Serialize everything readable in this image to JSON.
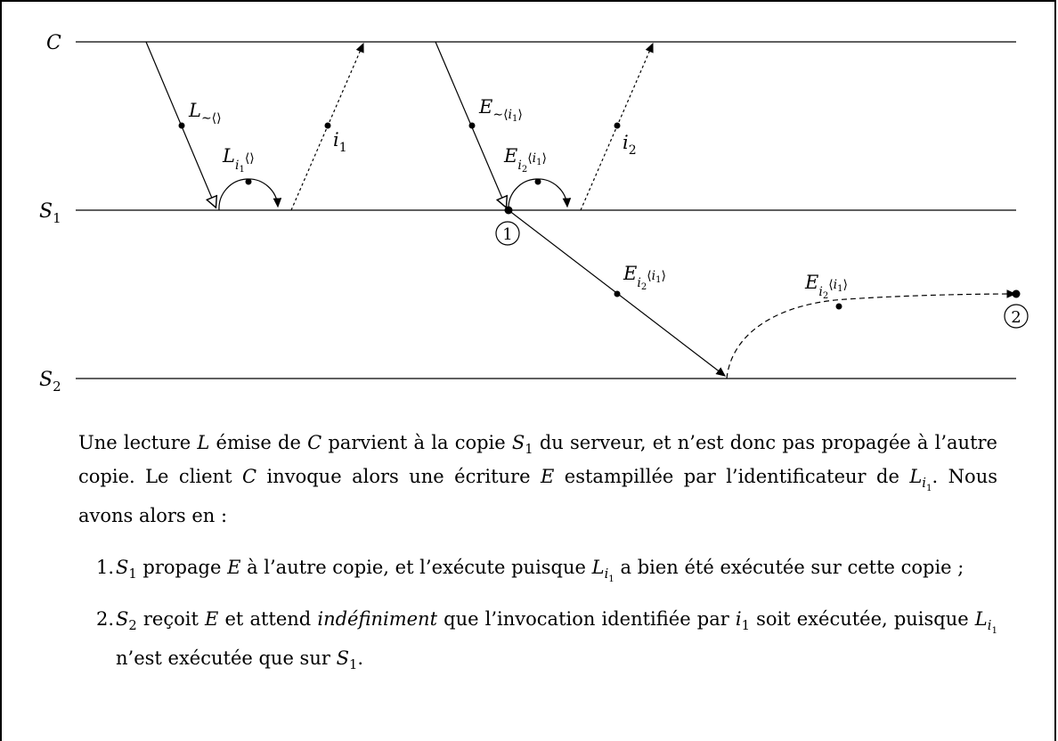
{
  "lines": {
    "C": "C",
    "S1": "S1",
    "S2": "S2"
  },
  "labels": {
    "L_tilde": "L∼⟨⟩",
    "L_i1": "Li1⟨⟩",
    "i1": "i1",
    "E_tilde": "E∼⟨i1⟩",
    "E_i2_S1": "Ei2⟨i1⟩",
    "i2": "i2",
    "E_i2_send": "Ei2⟨i1⟩",
    "E_i2_S2": "Ei2⟨i1⟩",
    "mark1": "1",
    "mark2": "2"
  },
  "text": {
    "paragraph": {
      "p1": "Une lecture ",
      "L": "L",
      "p2": " émise de ",
      "C": "C",
      "p3": " parvient à la copie ",
      "S1": "S",
      "S1sub": "1",
      "p4": " du serveur, et n’est donc pas propagée à l’autre copie. Le client ",
      "C2": "C",
      "p5": " invoque alors une écriture ",
      "E": "E",
      "p6": " estampillée par l’identificateur de ",
      "Li": "L",
      "Lisub": "i",
      "Lisub2": "1",
      "p7": ". Nous avons alors en :"
    },
    "items": [
      {
        "num": "1.",
        "a": "S",
        "asub": "1",
        "b": " propage ",
        "E": "E",
        "c": " à l’autre copie, et l’exécute puisque ",
        "L": "L",
        "Lsub": "i",
        "Lsub2": "1",
        "d": " a bien été exécutée sur cette copie ;"
      },
      {
        "num": "2.",
        "a": "S",
        "asub": "2",
        "b": " reçoit ",
        "E": "E",
        "c": " et attend ",
        "em": "indéfiniment",
        "d": " que l’invocation identifiée par ",
        "i": "i",
        "isub": "1",
        "e": " soit exécutée, puisque ",
        "L": "L",
        "Lsub": "i",
        "Lsub2": "1",
        "f": " n’est exécutée que sur ",
        "S": "S",
        "Ssub": "1",
        "g": "."
      }
    ]
  }
}
